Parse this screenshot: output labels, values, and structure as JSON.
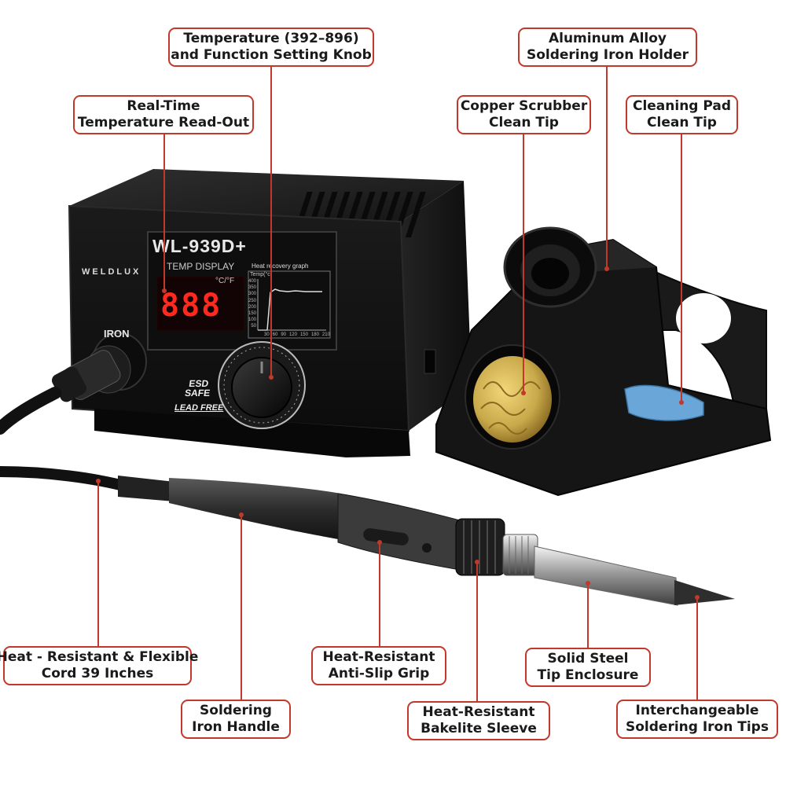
{
  "product": {
    "brand": "WELDLUX",
    "model": "WL-939D+",
    "panel_label": "TEMP DISPLAY",
    "units": "°C/°F",
    "readout": "888",
    "port_label": "IRON",
    "esd_line1": "ESD",
    "esd_line2": "SAFE",
    "lead_free": "LEAD FREE",
    "graph_title": "Heat recovery graph",
    "graph_ylabel": "Temp(°c)",
    "graph_yticks": [
      "400",
      "350",
      "300",
      "250",
      "200",
      "150",
      "100",
      "50"
    ],
    "graph_xticks": [
      "30",
      "60",
      "90",
      "120",
      "150",
      "180",
      "210"
    ]
  },
  "callouts": {
    "knob": [
      "Temperature (392–896)",
      "and Function Setting Knob"
    ],
    "holder": [
      "Aluminum Alloy",
      "Soldering Iron Holder"
    ],
    "readout": [
      "Real-Time",
      "Temperature Read-Out"
    ],
    "scrubber": [
      "Copper Scrubber",
      "Clean Tip"
    ],
    "pad": [
      "Cleaning Pad",
      "Clean Tip"
    ],
    "cord": [
      "Heat - Resistant & Flexible",
      "Cord 39 Inches"
    ],
    "grip": [
      "Heat-Resistant",
      "Anti-Slip Grip"
    ],
    "enclosure": [
      "Solid Steel",
      "Tip Enclosure"
    ],
    "handle": [
      "Soldering",
      "Iron Handle"
    ],
    "sleeve": [
      "Heat-Resistant",
      "Bakelite Sleeve"
    ],
    "tips": [
      "Interchangeable",
      "Soldering Iron Tips"
    ]
  },
  "colors": {
    "accent": "#c0392b",
    "display_digits": "#ff2a1f",
    "brass": "#c9a94a",
    "sponge": "#6aa6d8"
  }
}
